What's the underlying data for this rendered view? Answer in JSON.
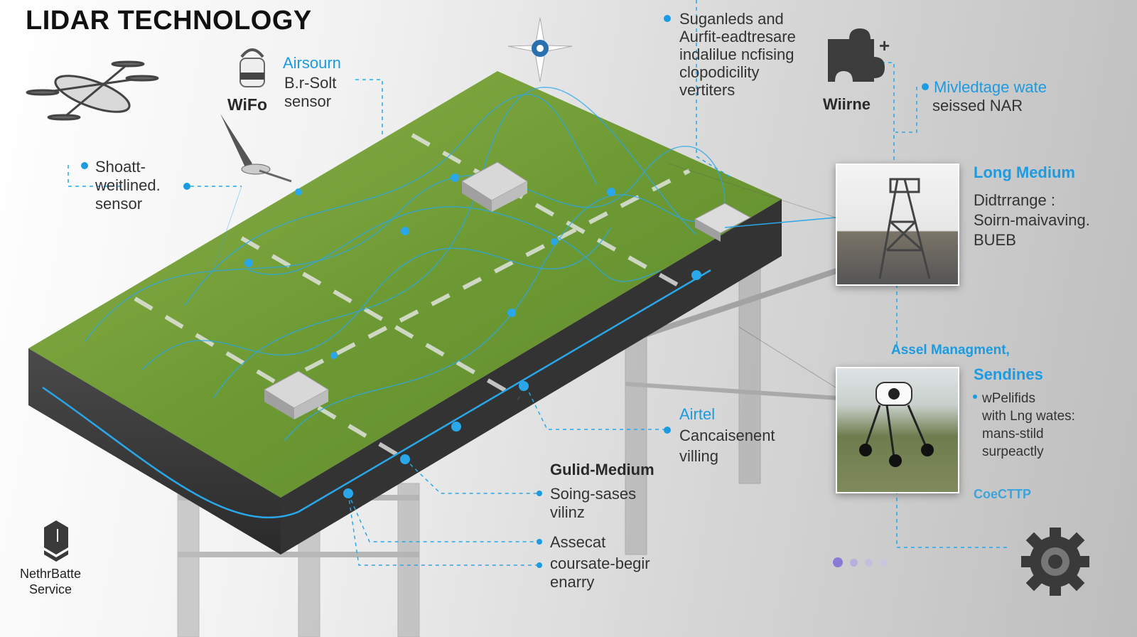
{
  "title": "LIDAR TECHNOLOGY",
  "labels": {
    "airsource": "Airsourn",
    "sensor_top": "B.r-Solt\nsensor",
    "wifo": "WiFo",
    "shoatt": "Shoatt-\nweitlined.\nsensor",
    "suganleds": "Suganleds and\nAurfit-eadtresare\nindalilue ncfising\nclopodicility\nvertiters",
    "wirne": "Wiirne",
    "mivledtage": "Mivledtage wate",
    "seissed": "seissed NAR",
    "long_medium": "Long Medium",
    "didtrange": "Didtrrange :\nSoirn-maivaving.\nBUEB",
    "asset_mgmt": "Assel Managment,",
    "sendines": "Sendines",
    "wpelifids": "wPelifids\nwith Lng wates:\nmans-stild\nsurpeactly",
    "coretrp": "CoeCTTP",
    "airtel": "Airtel",
    "cancaisenent": "Cancaisenent\nvilling",
    "gulid_medium": "Gulid-Medium",
    "soing": "Soing-sases\nvilinz",
    "assecat": "Assecat",
    "coursate": "coursate-begir\nenarry",
    "nethr": "NethrBatte\nService"
  },
  "icons": [
    "drone-icon",
    "wifi-sensor-icon",
    "lidar-scanner-icon",
    "wind-sensor-icon",
    "puzzle-icon",
    "shield-icon",
    "gear-icon"
  ],
  "colors": {
    "accent": "#1c9be0",
    "grass": "#6f9a35",
    "soil": "#3a3a3a"
  }
}
